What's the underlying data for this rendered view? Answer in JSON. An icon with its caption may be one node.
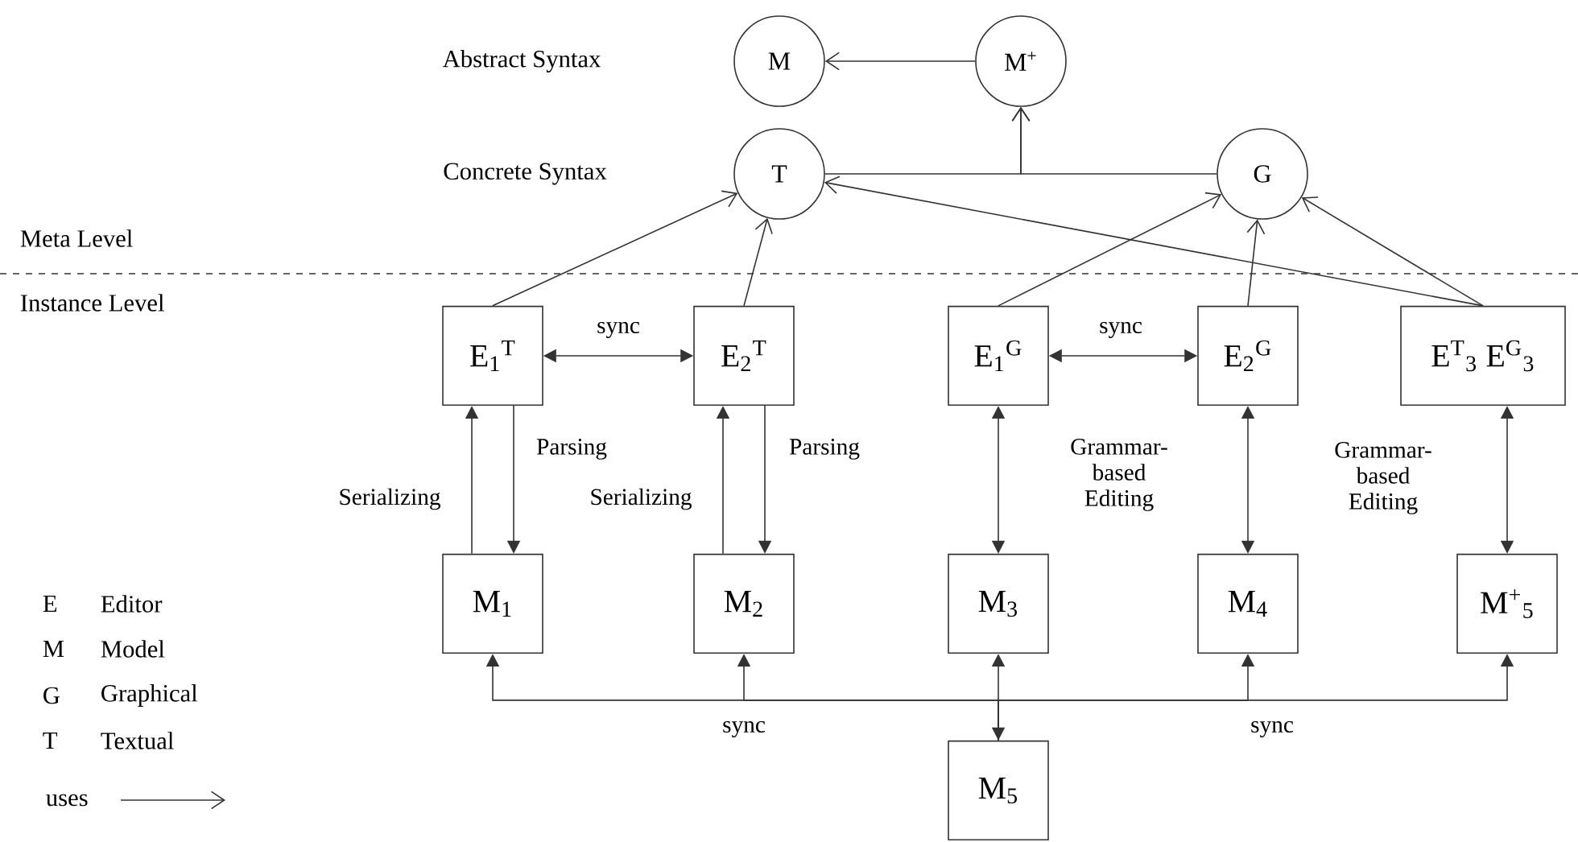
{
  "diagram": {
    "nodes": [
      {
        "text": [
          "M"
        ]
      },
      {
        "text": [
          "M$^{+}$"
        ]
      },
      {
        "text": [
          "T"
        ]
      },
      {
        "text": [
          "G"
        ]
      },
      {
        "text": [
          "E$_{1}$$^{T}$"
        ]
      },
      {
        "text": [
          "E$_{2}$$^{T}$"
        ]
      },
      {
        "text": [
          "E$_{1}$$^{G}$"
        ]
      },
      {
        "text": [
          "E$_{2}$$^{G}$"
        ]
      },
      {
        "text": [
          "E$^{T}$$_{3}$ E$^{G}$$_{3}$"
        ]
      },
      {
        "text": [
          "M$_{1}$"
        ]
      },
      {
        "text": [
          "M$_{2}$"
        ]
      },
      {
        "text": [
          "M$_{3}$"
        ]
      },
      {
        "text": [
          "M$_{4}$"
        ]
      },
      {
        "text": [
          "M$^{+}$$_{5}$"
        ]
      },
      {
        "text": [
          "M$_{5}$"
        ]
      }
    ],
    "edges": [
      {
        "from": 1,
        "to": 0,
        "arrow": "to"
      },
      {
        "from": 2,
        "to": 1,
        "arrow": "to"
      },
      {
        "from": 3,
        "to": 1,
        "arrow": "to"
      },
      {
        "from": 4,
        "to": 2,
        "arrow": "to"
      },
      {
        "from": 5,
        "to": 2,
        "arrow": "to"
      },
      {
        "from": 6,
        "to": 3,
        "arrow": "to"
      },
      {
        "from": 7,
        "to": 3,
        "arrow": "to"
      },
      {
        "from": 8,
        "to": 2,
        "arrow": "to"
      },
      {
        "from": 8,
        "to": 3,
        "arrow": "to"
      },
      {
        "from": 4,
        "to": 5,
        "arrow": "both",
        "label": "sync"
      },
      {
        "from": 6,
        "to": 7,
        "arrow": "both",
        "label": "sync"
      },
      {
        "from": 9,
        "to": 4,
        "arrow": "to",
        "label": "Serializing"
      },
      {
        "from": 4,
        "to": 9,
        "arrow": "to",
        "label": "Parsing"
      },
      {
        "from": 10,
        "to": 5,
        "arrow": "to",
        "label": "Serializing"
      },
      {
        "from": 5,
        "to": 10,
        "arrow": "to",
        "label": "Parsing"
      },
      {
        "from": 6,
        "to": 11,
        "arrow": "both",
        "label": "Grammar-based Editing"
      },
      {
        "from": 7,
        "to": 12,
        "arrow": "both"
      },
      {
        "from": 8,
        "to": 13,
        "arrow": "both",
        "label": "Grammar-based Editing"
      },
      {
        "from": 14,
        "to": 9,
        "arrow": "to"
      },
      {
        "from": 14,
        "to": 10,
        "arrow": "to",
        "label": "sync"
      },
      {
        "from": 14,
        "to": 11,
        "arrow": "both"
      },
      {
        "from": 14,
        "to": 12,
        "arrow": "to",
        "label": "sync"
      },
      {
        "from": 14,
        "to": 13,
        "arrow": "to"
      }
    ],
    "labels": [
      "Abstract Syntax",
      "Concrete Syntax",
      "Meta Level",
      "Instance Level",
      "E",
      "Editor",
      "M",
      "Model",
      "G",
      "Graphical",
      "T",
      "Textual",
      "uses"
    ]
  }
}
